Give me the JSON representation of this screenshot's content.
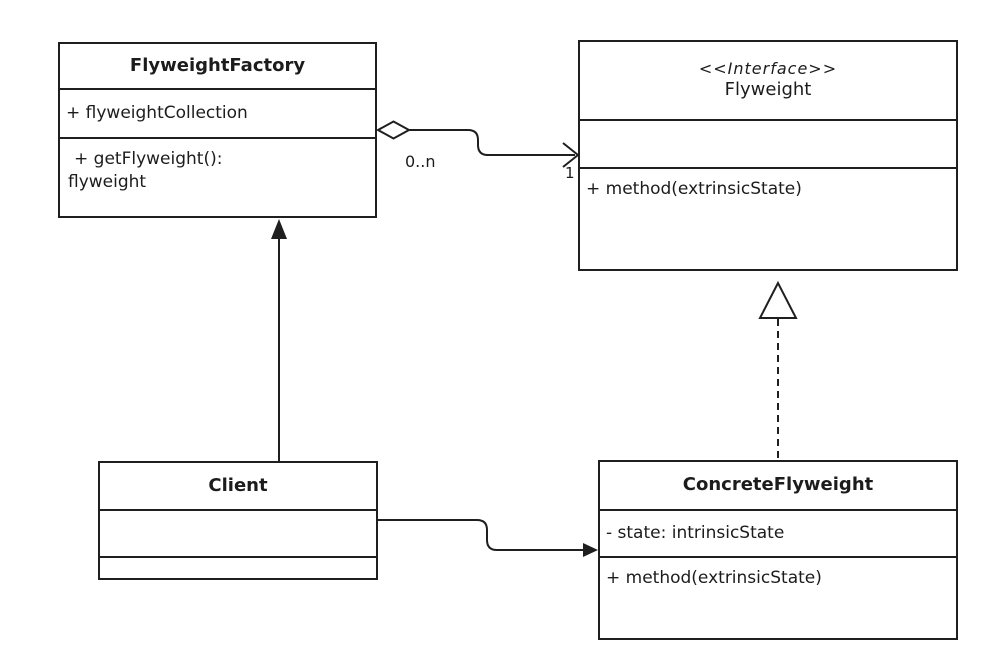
{
  "diagram": {
    "kind": "uml-class-diagram",
    "pattern": "Flyweight",
    "background_color": "#ffffff",
    "line_color": "#1f1f1f",
    "box_fill_color": "#ffffff",
    "classes": {
      "flyweight_factory": {
        "name": "FlyweightFactory",
        "attributes": [
          "+ flyweightCollection"
        ],
        "methods": [
          "+ getFlyweight(): flyweight"
        ]
      },
      "flyweight": {
        "stereotype": "<<Interface>>",
        "name": "Flyweight",
        "attributes": [],
        "methods": [
          "+ method(extrinsicState)"
        ]
      },
      "client": {
        "name": "Client",
        "attributes": [],
        "methods": []
      },
      "concrete_flyweight": {
        "name": "ConcreteFlyweight",
        "attributes": [
          "- state: intrinsicState"
        ],
        "methods": [
          "+ method(extrinsicState)"
        ]
      }
    },
    "labels": {
      "aggregation_source_multiplicity": "0..n",
      "aggregation_target_multiplicity": "1"
    },
    "relationships": [
      {
        "type": "aggregation",
        "from": "FlyweightFactory",
        "to": "Flyweight",
        "source_multiplicity": "0..n",
        "target_multiplicity": "1"
      },
      {
        "type": "association",
        "from": "Client",
        "to": "FlyweightFactory"
      },
      {
        "type": "association",
        "from": "Client",
        "to": "ConcreteFlyweight"
      },
      {
        "type": "realization",
        "from": "ConcreteFlyweight",
        "to": "Flyweight"
      }
    ]
  }
}
